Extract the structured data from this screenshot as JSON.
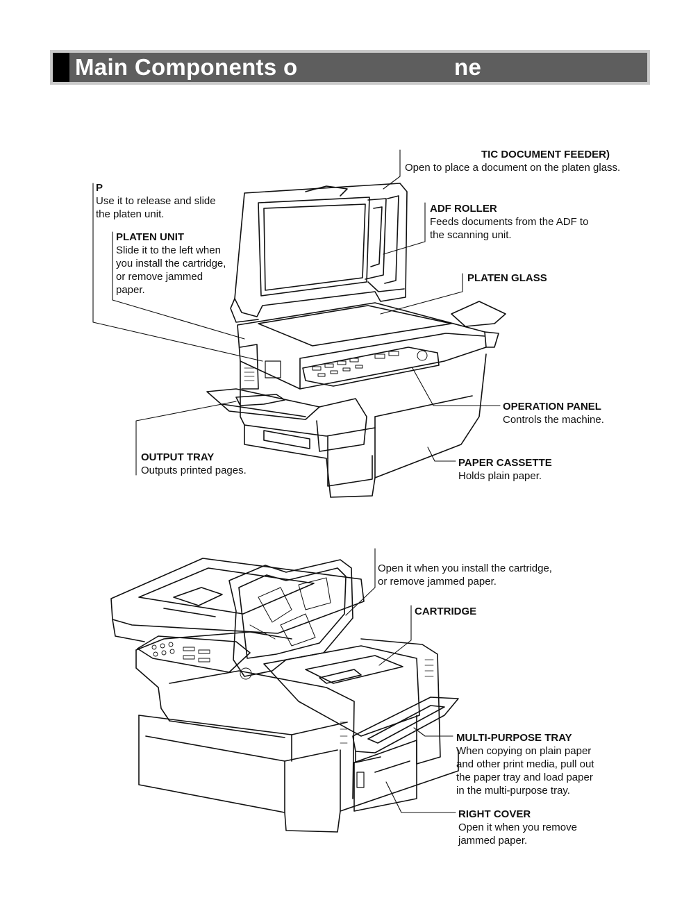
{
  "header": {
    "title_part1": "Main Components o",
    "title_part2": "ne"
  },
  "figure1": {
    "callouts": {
      "document_feeder": {
        "title": "TIC DOCUMENT FEEDER)",
        "desc": [
          "Open to place a document on the platen glass."
        ]
      },
      "release_lever": {
        "title": "P",
        "desc": [
          "Use it to release and slide",
          "the platen unit."
        ]
      },
      "platen_unit": {
        "title": "PLATEN UNIT",
        "desc": [
          "Slide it to the left when",
          "you install the cartridge,",
          "or remove jammed",
          "paper."
        ]
      },
      "adf_roller": {
        "title": "ADF ROLLER",
        "desc": [
          "Feeds documents from the ADF to",
          "the scanning unit."
        ]
      },
      "platen_glass": {
        "title": "PLATEN GLASS",
        "desc": []
      },
      "operation_panel": {
        "title": "OPERATION PANEL",
        "desc": [
          "Controls the machine."
        ]
      },
      "output_tray": {
        "title": "OUTPUT TRAY",
        "desc": [
          "Outputs printed pages."
        ]
      },
      "paper_cassette": {
        "title": "PAPER CASSETTE",
        "desc": [
          "Holds plain paper."
        ]
      }
    }
  },
  "figure2": {
    "callouts": {
      "printer_cover": {
        "title": "",
        "desc": [
          "Open it when you install the cartridge,",
          "or remove jammed paper."
        ]
      },
      "cartridge": {
        "title": "CARTRIDGE",
        "desc": []
      },
      "multipurpose_tray": {
        "title": "MULTI-PURPOSE TRAY",
        "desc": [
          "When copying on plain paper",
          "and other print media, pull out",
          "the paper tray and load paper",
          "in the multi-purpose tray."
        ]
      },
      "right_cover": {
        "title": "RIGHT COVER",
        "desc": [
          "Open it when you remove",
          "jammed paper."
        ]
      }
    }
  },
  "colors": {
    "header_bg": "#5e5e5e",
    "header_border": "#c9c9c9",
    "header_mark": "#000000",
    "line_art": "#111111"
  }
}
